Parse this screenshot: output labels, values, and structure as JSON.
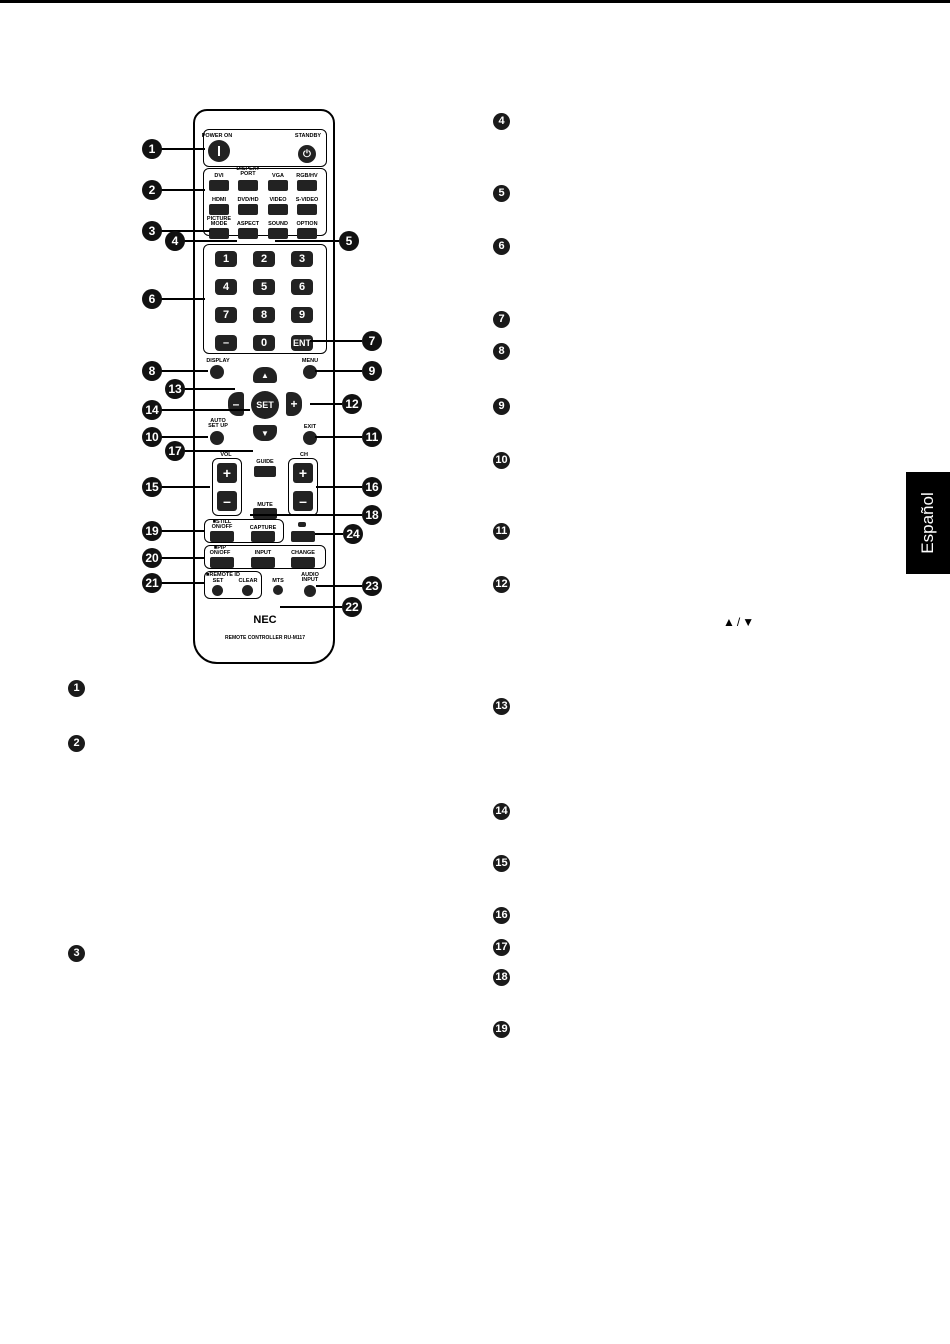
{
  "side_tab": "Español",
  "remote": {
    "power_on": "POWER ON",
    "standby": "STANDBY",
    "sources_row1": [
      "DVI",
      "DISPLAY\nPORT",
      "VGA",
      "RGB/HV"
    ],
    "sources_row2": [
      "HDMI",
      "DVD/HD",
      "VIDEO",
      "S-VIDEO"
    ],
    "picture_mode": "PICTURE\nMODE",
    "aspect": "ASPECT",
    "sound": "SOUND",
    "option": "OPTION",
    "numbers": [
      "1",
      "2",
      "3",
      "4",
      "5",
      "6",
      "7",
      "8",
      "9",
      "–",
      "0"
    ],
    "ent": "ENT",
    "display": "DISPLAY",
    "menu": "MENU",
    "set": "SET",
    "plus": "+",
    "minus": "–",
    "auto_setup": "AUTO\nSET UP",
    "exit": "EXIT",
    "guide": "GUIDE",
    "vol": "VOL",
    "ch": "CH",
    "mute": "MUTE",
    "still_onoff": "■STILL\nON/OFF",
    "capture": "CAPTURE",
    "pip_onoff": "■PIP\nON/OFF",
    "input": "INPUT",
    "change": "CHANGE",
    "remote_id": "■REMOTE ID",
    "set_small": "SET",
    "clear": "CLEAR",
    "mts": "MTS",
    "audio_input": "AUDIO\nINPUT",
    "brand": "NEC",
    "model": "REMOTE CONTROLLER RU-M117"
  },
  "callouts": [
    "1",
    "2",
    "3",
    "4",
    "5",
    "6",
    "7",
    "8",
    "9",
    "10",
    "11",
    "12",
    "13",
    "14",
    "15",
    "16",
    "17",
    "18",
    "19",
    "20",
    "21",
    "22",
    "23",
    "24"
  ],
  "right_markers": [
    "4",
    "5",
    "6",
    "7",
    "8",
    "9",
    "10",
    "11",
    "12",
    "13",
    "14",
    "15",
    "16",
    "17",
    "18",
    "19"
  ],
  "left_markers": [
    "1",
    "2",
    "3"
  ],
  "arrow_keys": "▲/▼"
}
